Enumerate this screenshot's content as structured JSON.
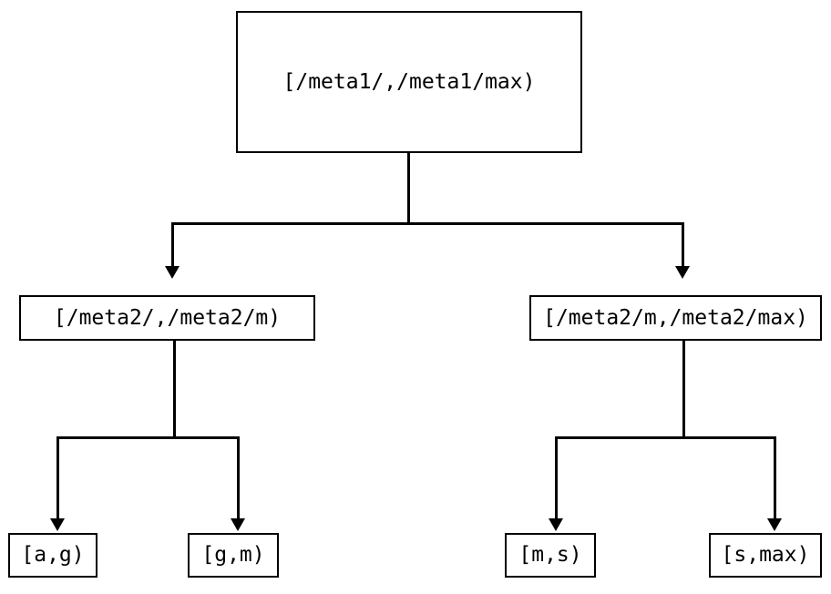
{
  "diagram": {
    "type": "tree",
    "title": "",
    "orientation": "top-down",
    "colors": {
      "background": "#ffffff",
      "border": "#000000",
      "text": "#000000",
      "edge": "#000000"
    },
    "nodes": {
      "root": {
        "label": "[/meta1/,/meta1/max)",
        "level": 0
      },
      "mid_left": {
        "label": "[/meta2/,/meta2/m)",
        "level": 1
      },
      "mid_right": {
        "label": "[/meta2/m,/meta2/max)",
        "level": 1
      },
      "leaf_1": {
        "label": "[a,g)",
        "level": 2
      },
      "leaf_2": {
        "label": "[g,m)",
        "level": 2
      },
      "leaf_3": {
        "label": "[m,s)",
        "level": 2
      },
      "leaf_4": {
        "label": "[s,max)",
        "level": 2
      }
    }
  }
}
